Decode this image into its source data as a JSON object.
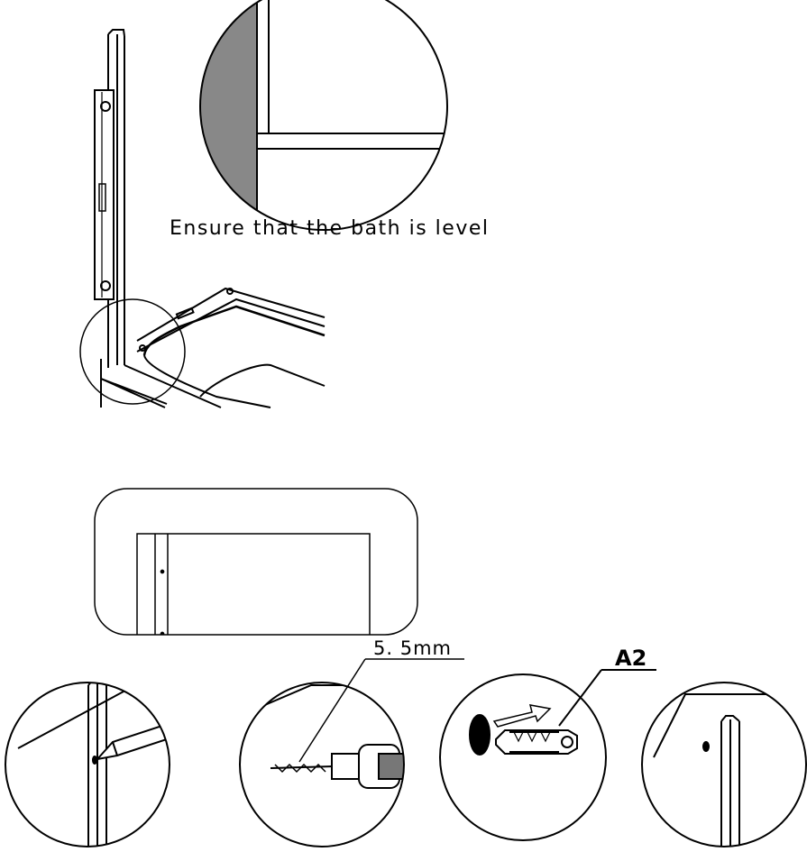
{
  "instruction_text": "Ensure that the bath is level",
  "drill_size_label": "5. 5mm",
  "part_label": "A2"
}
